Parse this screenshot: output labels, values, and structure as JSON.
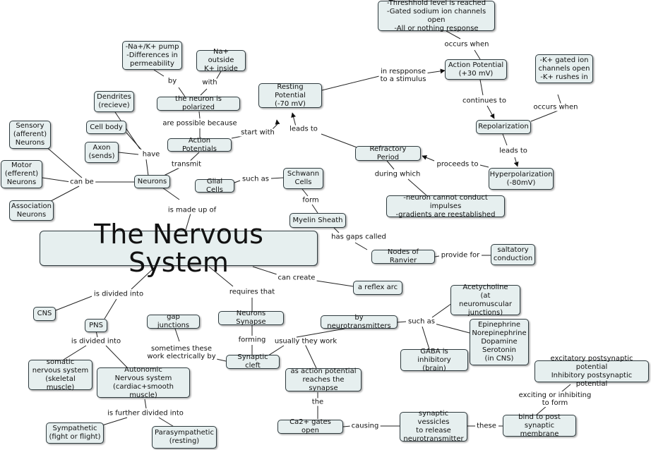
{
  "nodes": {
    "nervous_system": "The Nervous System",
    "neurons": "Neurons",
    "sensory": "Sensory\n(afferent)\nNeurons",
    "motor": "Motor\n(efferent)\nNeurons",
    "association": "Association\nNeurons",
    "dendrites": "Dendrites\n(recieve)",
    "cell_body": "Cell body",
    "axon": "Axon\n(sends)",
    "action_potentials": "Action Potentials",
    "polarized": "the neuron is polarized",
    "pump": "-Na+/K+ pump\n-Differences in\npermeability",
    "na_outside": "Na+ outside\nK+ inside",
    "resting": "Resting Potential\n(-70 mV)",
    "threshold": "-Threshhold level is reached\n-Gated sodium ion channels open\n-All or nothing response",
    "action_potential": "Action Potential\n(+30 mV)",
    "k_gated": "-K+ gated ion\nchannels open\n-K+ rushes in",
    "repolarization": "Repolarization",
    "hyperpolarization": "Hyperpolarization\n(-80mV)",
    "refractory": "Refractory Period",
    "cannot_conduct": "-neuron cannot conduct impulses\n-gradients are reestablished",
    "glial": "Glial Cells",
    "schwann": "Schwann\nCells",
    "myelin": "Myelin Sheath",
    "ranvier": "Nodes of Ranvier",
    "saltatory": "saltatory\nconduction",
    "reflex_arc": "a reflex arc",
    "cns": "CNS",
    "pns": "PNS",
    "somatic": "somatic\nnervous system\n(skeletal muscle)",
    "autonomic": "Autonomic\nNervous system\n(cardiac+smooth muscle)",
    "sympathetic": "Sympathetic\n(fight or flight)",
    "parasympathetic": "Parasympathetic\n(resting)",
    "gap_junctions": "gap junctions",
    "neurons_synapse": "Neurons Synapse",
    "synaptic_cleft": "Synaptic cleft",
    "by_neurotransmitters": "by neurotransmitters",
    "acetycholine": "Acetycholine\n(at neuromuscular\njunctions)",
    "epinephrine": "Epinephrine\nNorepinephrine\nDopamine\nSerotonin\n(in CNS)",
    "gaba": "GABA is inhibitory\n(brain)",
    "reaches_synapse": "as action potential\nreaches the synapse",
    "ca_gates": "Ca2+ gates open",
    "vessicles": "synaptic vessicles\nto release\nneurotransmitter",
    "bind": "bind to post\nsynaptic membrane",
    "excitatory": "excitatory postsynaptic potential\nInhibitory postsynaptic potential"
  },
  "links": {
    "is_made_up_of": "is made up of",
    "can_be": "can be",
    "have": "have",
    "transmit": "transmit",
    "are_possible_because": "are possible because",
    "by": "by",
    "with": "with",
    "start_with": "start with",
    "in_response": "in respponse\nto a stimulus",
    "occurs_when_1": "occurs when",
    "continues_to": "continues to",
    "occurs_when_2": "occurs when",
    "leads_to_1": "leads to",
    "proceeds_to": "proceeds to",
    "leads_to_2": "leads to",
    "during_which": "during which",
    "such_as_1": "such as",
    "form": "form",
    "has_gaps_called": "has gaps called",
    "provide_for": "provide for",
    "can_create": "can create",
    "is_divided_into_1": "is divided into",
    "is_divided_into_2": "is divided into",
    "is_further_divided_into": "is further divided into",
    "requires_that": "requires that",
    "forming": "forming",
    "sometimes_electrically": "sometimes these\nwork electrically by",
    "usually_they_work": "usually they work",
    "such_as_2": "such as",
    "the": "the",
    "causing": "causing",
    "these": "these",
    "exciting_or_inhibiting": "exciting or inhibiting\nto form"
  }
}
